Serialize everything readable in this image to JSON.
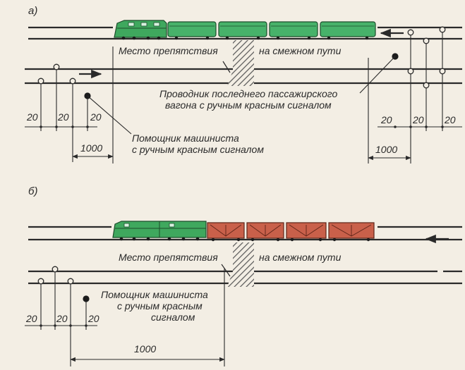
{
  "colors": {
    "background": "#f3eee4",
    "track": "#2a2a2a",
    "locomotive": "#3fa85e",
    "passenger_car": "#47b26a",
    "freight_car": "#c9604a",
    "obstacle_hatch": "#555555"
  },
  "panel_a": {
    "letter": "а)",
    "obstacle_label_left": "Место препятствия",
    "obstacle_label_right": "на смежном пути",
    "conductor_label_line1": "Проводник последнего пассажирского",
    "conductor_label_line2": "вагона с ручным красным сигналом",
    "assistant_label_line1": "Помощник машиниста",
    "assistant_label_line2": "с ручным красным сигналом",
    "left_distances": [
      "20",
      "20",
      "20"
    ],
    "left_total": "1000",
    "right_distances": [
      "20",
      "20",
      "20"
    ],
    "right_total": "1000"
  },
  "panel_b": {
    "letter": "б)",
    "obstacle_label_left": "Место препятствия",
    "obstacle_label_right": "на смежном пути",
    "assistant_label_line1": "Помощник машиниста",
    "assistant_label_line2": "с ручным красным",
    "assistant_label_line3": "сигналом",
    "left_distances": [
      "20",
      "20",
      "20"
    ],
    "total": "1000"
  }
}
